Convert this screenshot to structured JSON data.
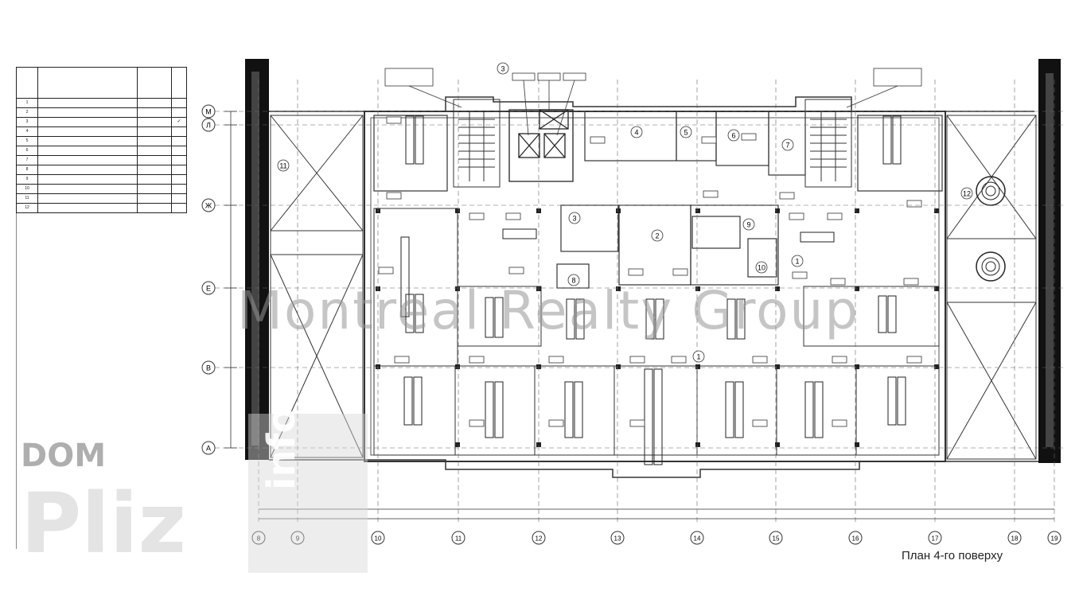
{
  "legend": {
    "caption": "",
    "headers": [
      "",
      "",
      "",
      ""
    ],
    "rows": [
      {
        "num": "1",
        "name": "",
        "area": "",
        "mark": ""
      },
      {
        "num": "2",
        "name": "",
        "area": "",
        "mark": ""
      },
      {
        "num": "3",
        "name": "",
        "area": "",
        "mark": "✓"
      },
      {
        "num": "4",
        "name": "",
        "area": "",
        "mark": ""
      },
      {
        "num": "5",
        "name": "",
        "area": "",
        "mark": ""
      },
      {
        "num": "6",
        "name": "",
        "area": "",
        "mark": ""
      },
      {
        "num": "7",
        "name": "",
        "area": "",
        "mark": ""
      },
      {
        "num": "8",
        "name": "",
        "area": "",
        "mark": ""
      },
      {
        "num": "9",
        "name": "",
        "area": "",
        "mark": ""
      },
      {
        "num": "10",
        "name": "",
        "area": "",
        "mark": ""
      },
      {
        "num": "11",
        "name": "",
        "area": "",
        "mark": ""
      },
      {
        "num": "12",
        "name": "",
        "area": "",
        "mark": ""
      }
    ]
  },
  "plan": {
    "title": "План 4-го поверху",
    "axis_rows": [
      "М",
      "Л",
      "Ж",
      "Е",
      "В",
      "А"
    ],
    "axis_cols": [
      "8",
      "9",
      "10",
      "11",
      "12",
      "13",
      "14",
      "15",
      "16",
      "17",
      "18",
      "19"
    ],
    "room_numbers": [
      "1",
      "1",
      "2",
      "3",
      "3",
      "4",
      "5",
      "6",
      "7",
      "8",
      "9",
      "10",
      "11",
      "12"
    ],
    "colors": {
      "wall": "#111111",
      "line": "#333333",
      "thin": "#555555",
      "watermark": "#9a9a9a"
    }
  },
  "watermarks": {
    "center": "Montreal Realty Group",
    "dom": "DOM",
    "pliz": "Pliz",
    "info": "info"
  }
}
